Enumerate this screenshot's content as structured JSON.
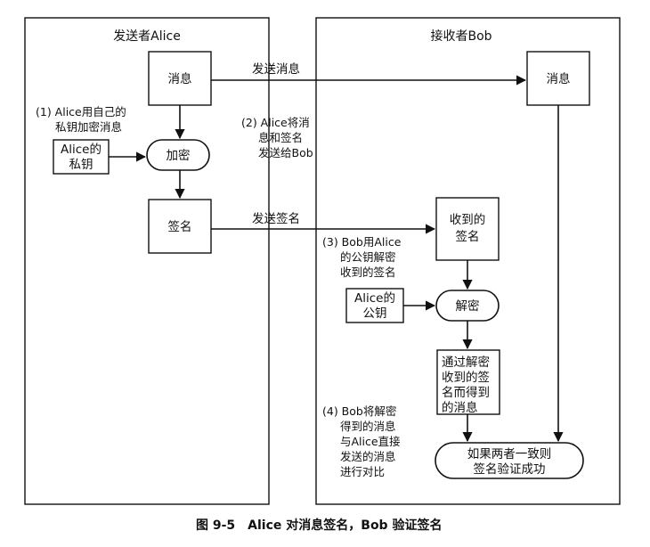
{
  "sender_panel": {
    "title": "发送者Alice"
  },
  "receiver_panel": {
    "title": "接收者Bob"
  },
  "nodes": {
    "sender_message": "消息",
    "alice_private_key": [
      "Alice的",
      "私钥"
    ],
    "encrypt": "加密",
    "signature": "签名",
    "receiver_message": "消息",
    "received_signature": [
      "收到的",
      "签名"
    ],
    "alice_public_key": [
      "Alice的",
      "公钥"
    ],
    "decrypt": "解密",
    "decrypted_message": [
      "通过解密",
      "收到的签",
      "名而得到",
      "的消息"
    ],
    "verify": [
      "如果两者一致则",
      "签名验证成功"
    ]
  },
  "edge_labels": {
    "send_message": "发送消息",
    "send_signature": "发送签名"
  },
  "steps": {
    "step1": [
      "(1) Alice用自己的",
      "私钥加密消息"
    ],
    "step2": [
      "(2) Alice将消",
      "息和签名",
      "发送给Bob"
    ],
    "step3": [
      "(3) Bob用Alice",
      "的公钥解密",
      "收到的签名"
    ],
    "step4": [
      "(4) Bob将解密",
      "得到的消息",
      "与Alice直接",
      "发送的消息",
      "进行对比"
    ]
  },
  "caption": "图 9-5　Alice 对消息签名，Bob 验证签名"
}
